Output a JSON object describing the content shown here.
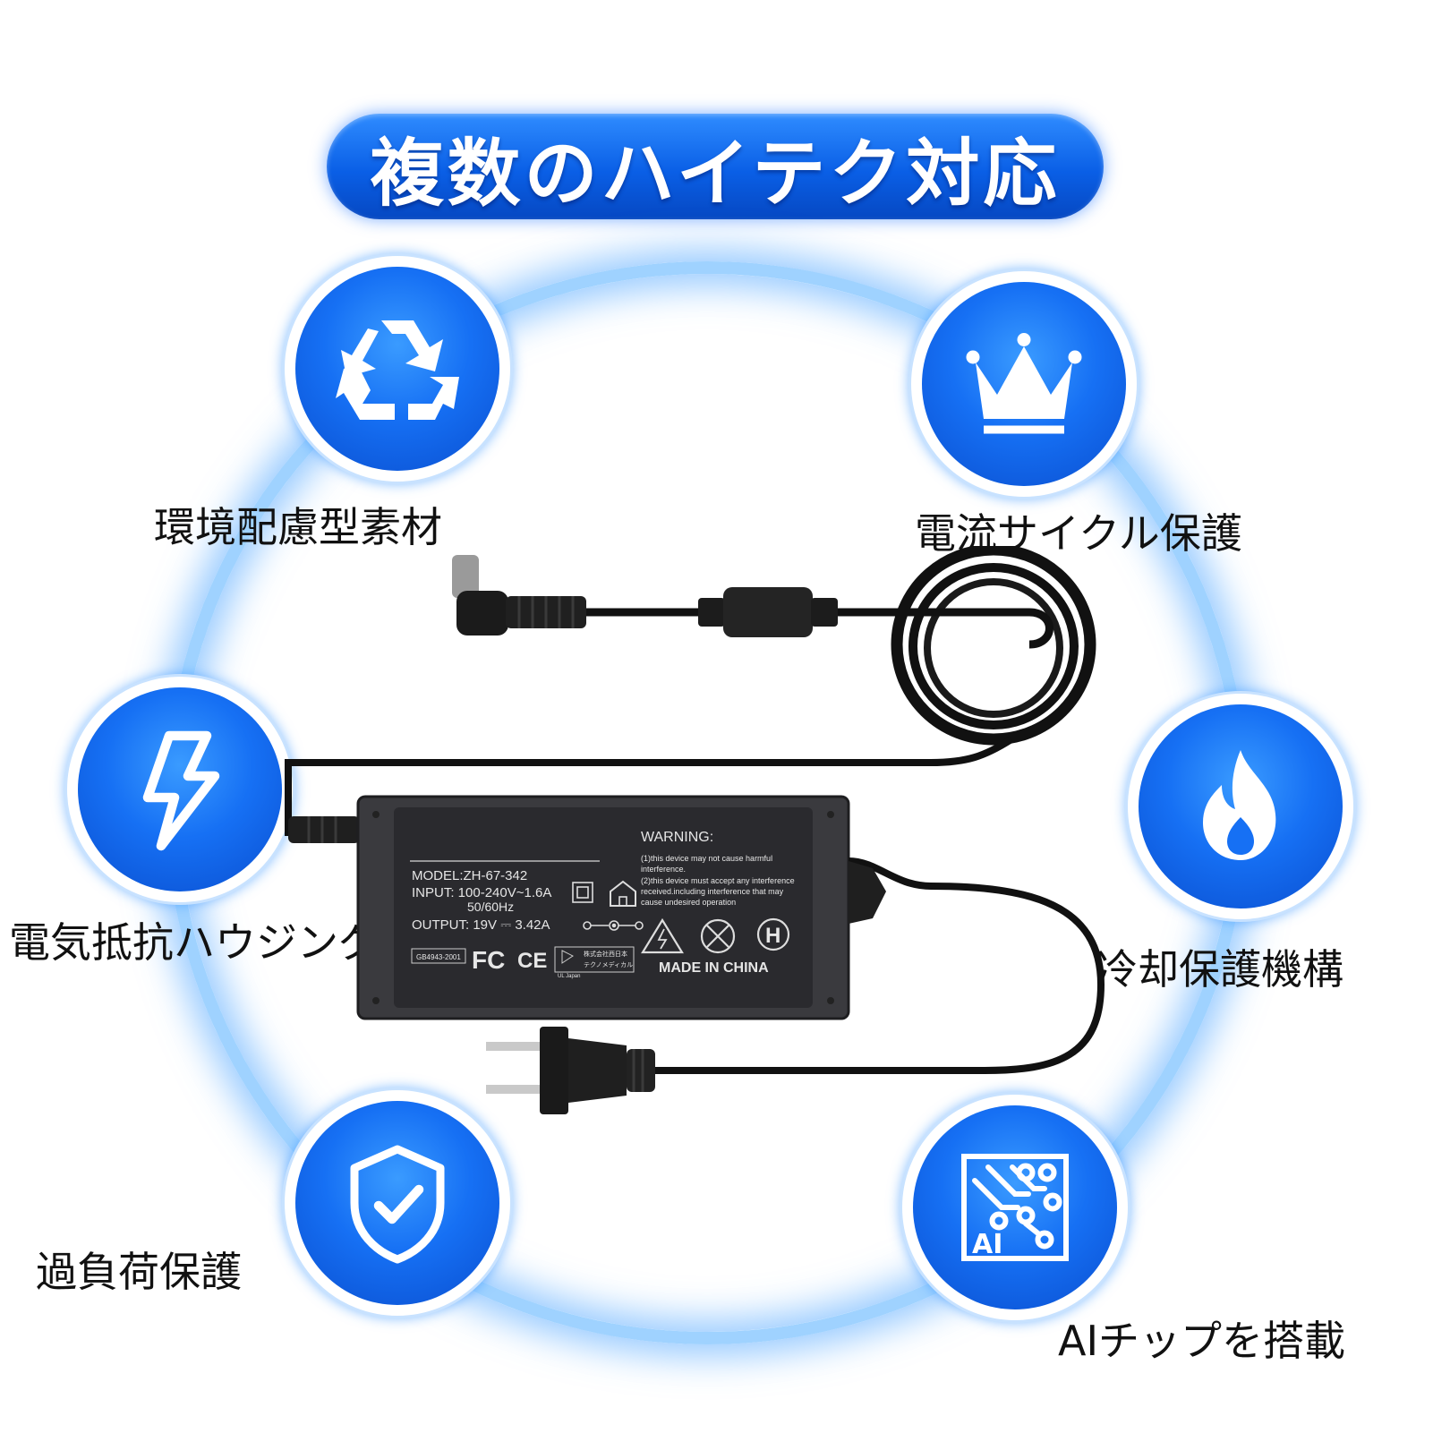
{
  "title": "複数のハイテク対応",
  "features": [
    {
      "label": "環境配慮型素材",
      "icon": "recycle-icon"
    },
    {
      "label": "電流サイクル保護",
      "icon": "crown-icon"
    },
    {
      "label": "電気抵抗ハウジング",
      "icon": "lightning-icon"
    },
    {
      "label": "冷却保護機構",
      "icon": "flame-icon"
    },
    {
      "label": "過負荷保護",
      "icon": "shield-check-icon"
    },
    {
      "label": "AIチップを搭載",
      "icon": "ai-chip-icon"
    }
  ],
  "adapter_label": {
    "warning_title": "WARNING:",
    "warning_lines": [
      "(1)this device may not cause harmful",
      "interference.",
      "(2)this device must accept any interference",
      "received.including interference that  may",
      "cause undesired operation"
    ],
    "model": "MODEL:ZH-67-342",
    "input": "INPUT: 100-240V~1.6A",
    "frequency": "50/60Hz",
    "output": "OUTPUT:  19V ⎓ 3.42A",
    "standard": "GB4943-2001",
    "made_in": "MADE IN CHINA",
    "ps_company_1": "株式会社西日本",
    "ps_company_2": "テクノメディカル",
    "ul_japan": "UL Japan",
    "fc_mark": "FC",
    "ce_mark": "CE",
    "h_mark": "H"
  },
  "colors": {
    "primary_blue": "#1670f4",
    "ring_glow": "#9fd2ff",
    "adapter_body": "#3a3a3e",
    "label_plate": "#2a2a2e"
  }
}
